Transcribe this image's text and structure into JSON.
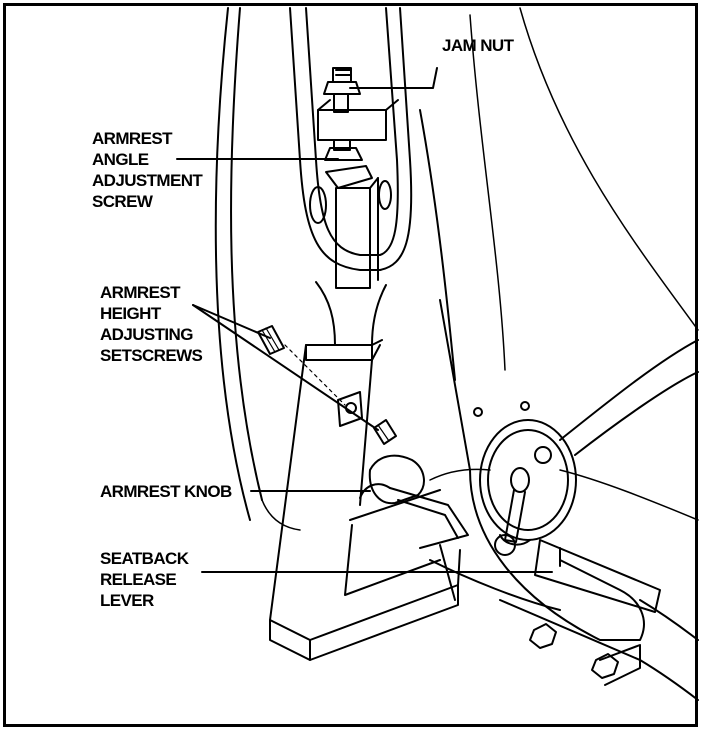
{
  "labels": {
    "jam_nut": "JAM NUT",
    "angle_screw": [
      "ARMREST",
      "ANGLE",
      "ADJUSTMENT",
      "SCREW"
    ],
    "height_setscrews": [
      "ARMREST",
      "HEIGHT",
      "ADJUSTING",
      "SETSCREWS"
    ],
    "knob": "ARMREST KNOB",
    "release_lever": [
      "SEATBACK",
      "RELEASE",
      "LEVER"
    ]
  },
  "colors": {
    "line": "#000000",
    "background": "#ffffff"
  }
}
